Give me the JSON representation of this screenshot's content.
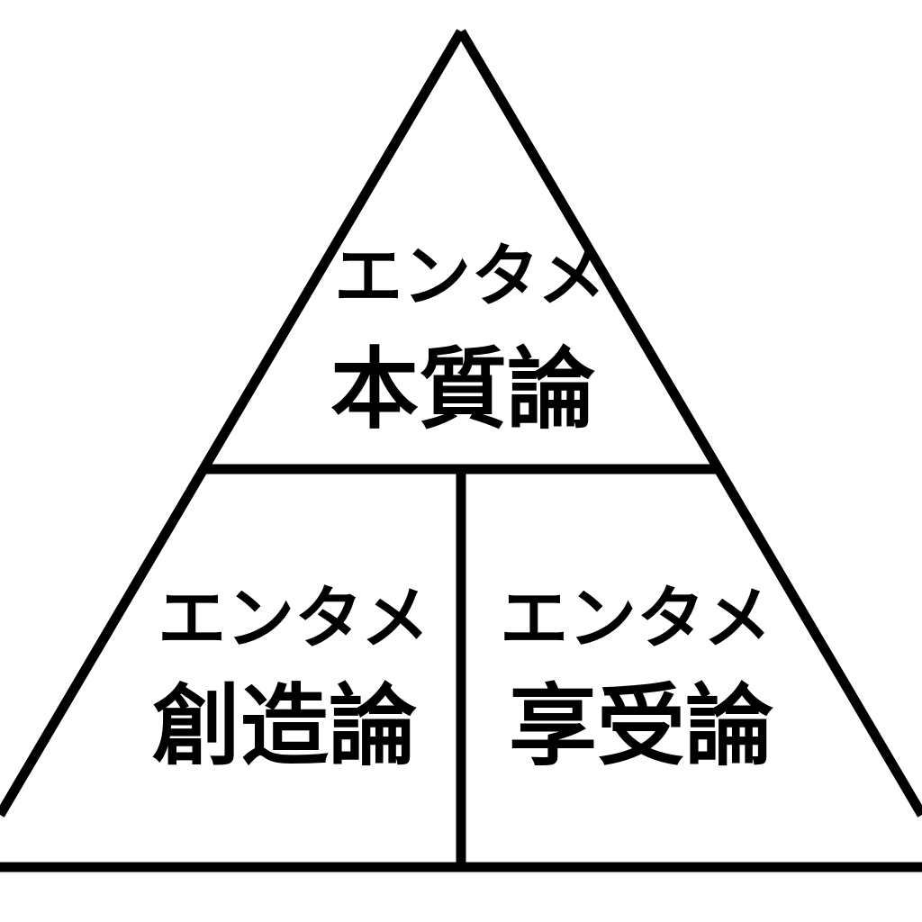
{
  "diagram": {
    "colors": {
      "background": "#ffffff",
      "stroke": "#000000",
      "text": "#000000"
    },
    "top": {
      "line1": "エンタメ",
      "line2": "本質論"
    },
    "bottom_left": {
      "line1": "エンタメ",
      "line2": "創造論"
    },
    "bottom_right": {
      "line1": "エンタメ",
      "line2": "享受論"
    }
  }
}
